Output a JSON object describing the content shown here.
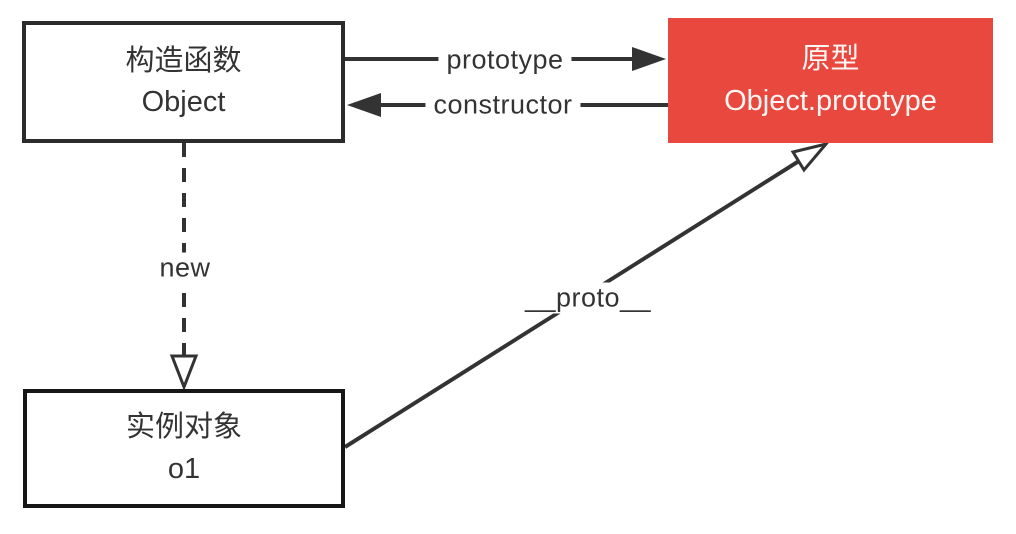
{
  "diagram": {
    "description": "JavaScript constructor / prototype / instance relationship diagram",
    "colors": {
      "background": "#ffffff",
      "line": "#333333",
      "box_border_dark": "#2b2b2b",
      "red_box_fill": "#e8483e",
      "text_dark": "#333333",
      "text_light": "#ffffff"
    },
    "nodes": {
      "constructor_box": {
        "line1": "构造函数",
        "line2": "Object"
      },
      "prototype_box": {
        "line1": "原型",
        "line2": "Object.prototype"
      },
      "instance_box": {
        "line1": "实例对象",
        "line2": "o1"
      }
    },
    "edges": {
      "prototype": {
        "label": "prototype",
        "from": "constructor_box",
        "to": "prototype_box",
        "style": "solid, filled arrowhead"
      },
      "constructor": {
        "label": "constructor",
        "from": "prototype_box",
        "to": "constructor_box",
        "style": "solid, filled arrowhead"
      },
      "new": {
        "label": "new",
        "from": "constructor_box",
        "to": "instance_box",
        "style": "dashed, hollow arrowhead"
      },
      "proto": {
        "label": "__proto__",
        "from": "instance_box",
        "to": "prototype_box",
        "style": "solid, hollow arrowhead"
      }
    }
  }
}
